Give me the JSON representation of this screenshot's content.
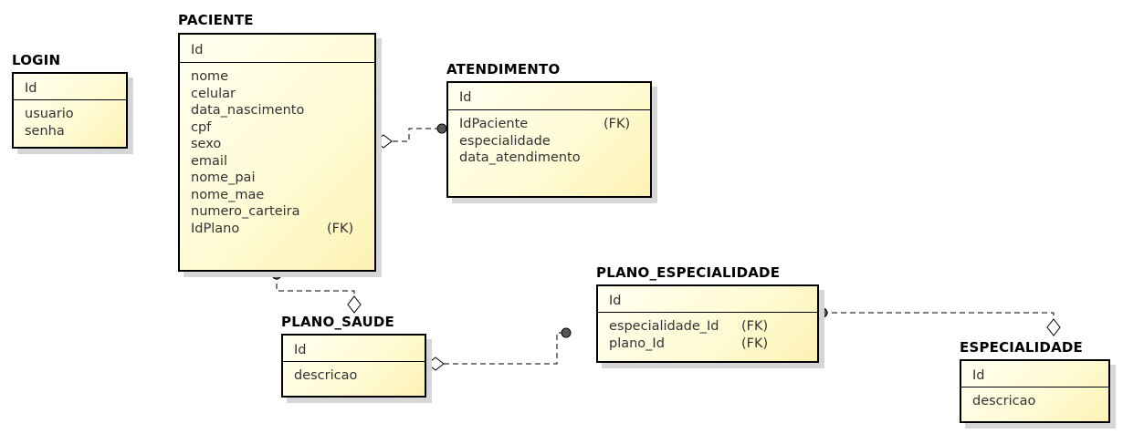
{
  "entities": {
    "login": {
      "name": "LOGIN",
      "pk": "Id",
      "fields": [
        "usuario",
        "senha"
      ]
    },
    "paciente": {
      "name": "PACIENTE",
      "pk": "Id",
      "fields": [
        "nome",
        "celular",
        "data_nascimento",
        "cpf",
        "sexo",
        "email",
        "nome_pai",
        "nome_mae",
        "numero_carteira",
        "IdPlano"
      ],
      "fk_marker": "(FK)"
    },
    "atendimento": {
      "name": "ATENDIMENTO",
      "pk": "Id",
      "fields": [
        "IdPaciente",
        "especialidade",
        "data_atendimento"
      ],
      "fk_marker": "(FK)"
    },
    "plano_saude": {
      "name": "PLANO_SAUDE",
      "pk": "Id",
      "fields": [
        "descricao"
      ]
    },
    "plano_especialidade": {
      "name": "PLANO_ESPECIALIDADE",
      "pk": "Id",
      "fields": [
        "especialidade_Id",
        "plano_Id"
      ],
      "fk_marker": "(FK)"
    },
    "especialidade": {
      "name": "ESPECIALIDADE",
      "pk": "Id",
      "fields": [
        "descricao"
      ]
    }
  }
}
